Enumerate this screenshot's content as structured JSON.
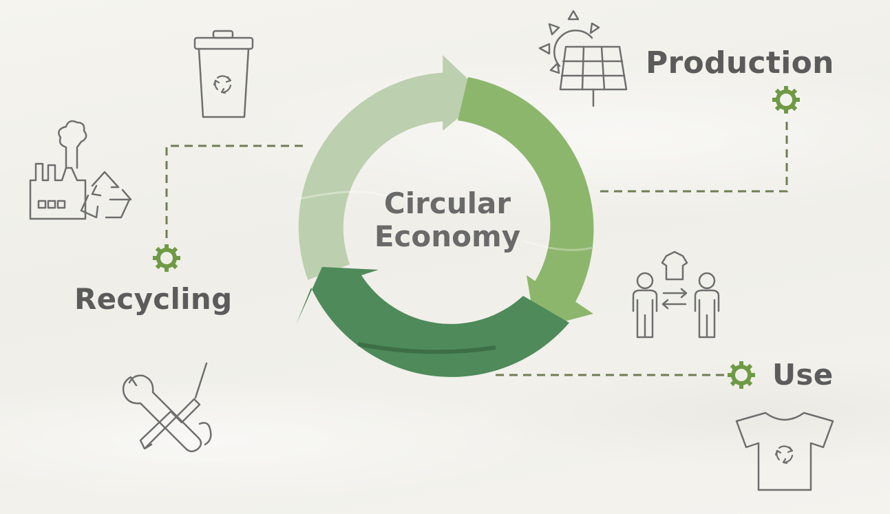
{
  "center": {
    "line1": "Circular",
    "line2": "Economy"
  },
  "stages": {
    "production": "Production",
    "use": "Use",
    "recycling": "Recycling"
  },
  "colors": {
    "arrow_light": "#bccfae",
    "arrow_mid": "#8db66d",
    "arrow_dark": "#4e8a5a",
    "gear": "#6f9a45",
    "dashed_line": "#6f7d55",
    "icon_stroke": "#6e6e6e",
    "label_text": "#5b5b5b"
  },
  "icons": [
    "recycle-bin-icon",
    "factory-recycling-icon",
    "solar-panel-icon",
    "people-exchange-icon",
    "tools-icon",
    "tshirt-recycle-icon",
    "gear-icon"
  ]
}
